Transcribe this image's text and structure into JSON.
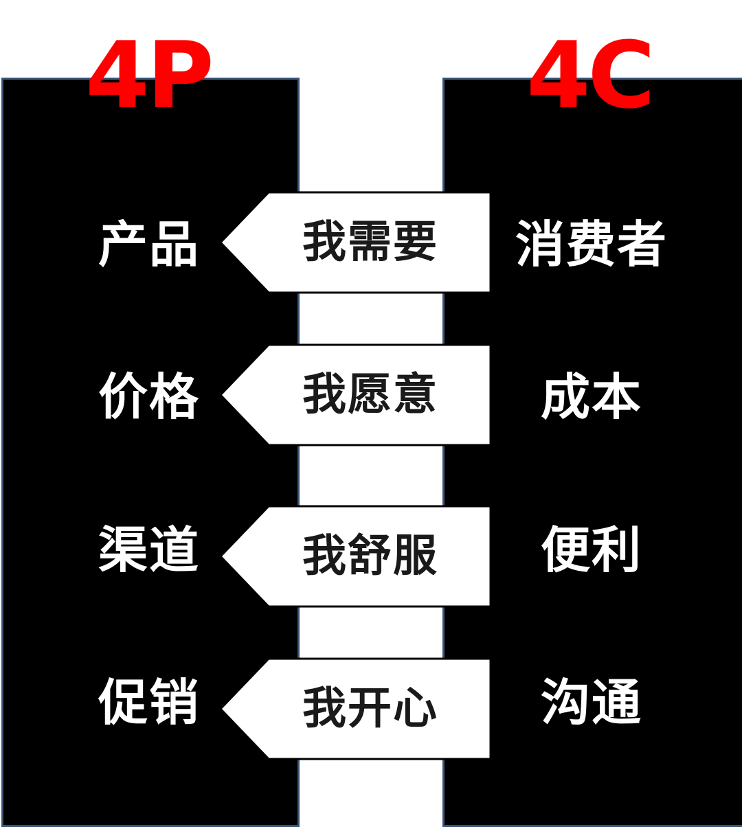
{
  "left": {
    "heading": "4P",
    "items": [
      "产品",
      "价格",
      "渠道",
      "促销"
    ]
  },
  "right": {
    "heading": "4C",
    "items": [
      "消费者",
      "成本",
      "便利",
      "沟通"
    ]
  },
  "arrows": [
    "我需要",
    "我愿意",
    "我舒服",
    "我开心"
  ],
  "colors": {
    "heading": "#ff0000",
    "panel": "#000000",
    "panel_border": "#3b5577",
    "arrow_fill": "#ffffff",
    "arrow_text": "#1a1a1a"
  }
}
